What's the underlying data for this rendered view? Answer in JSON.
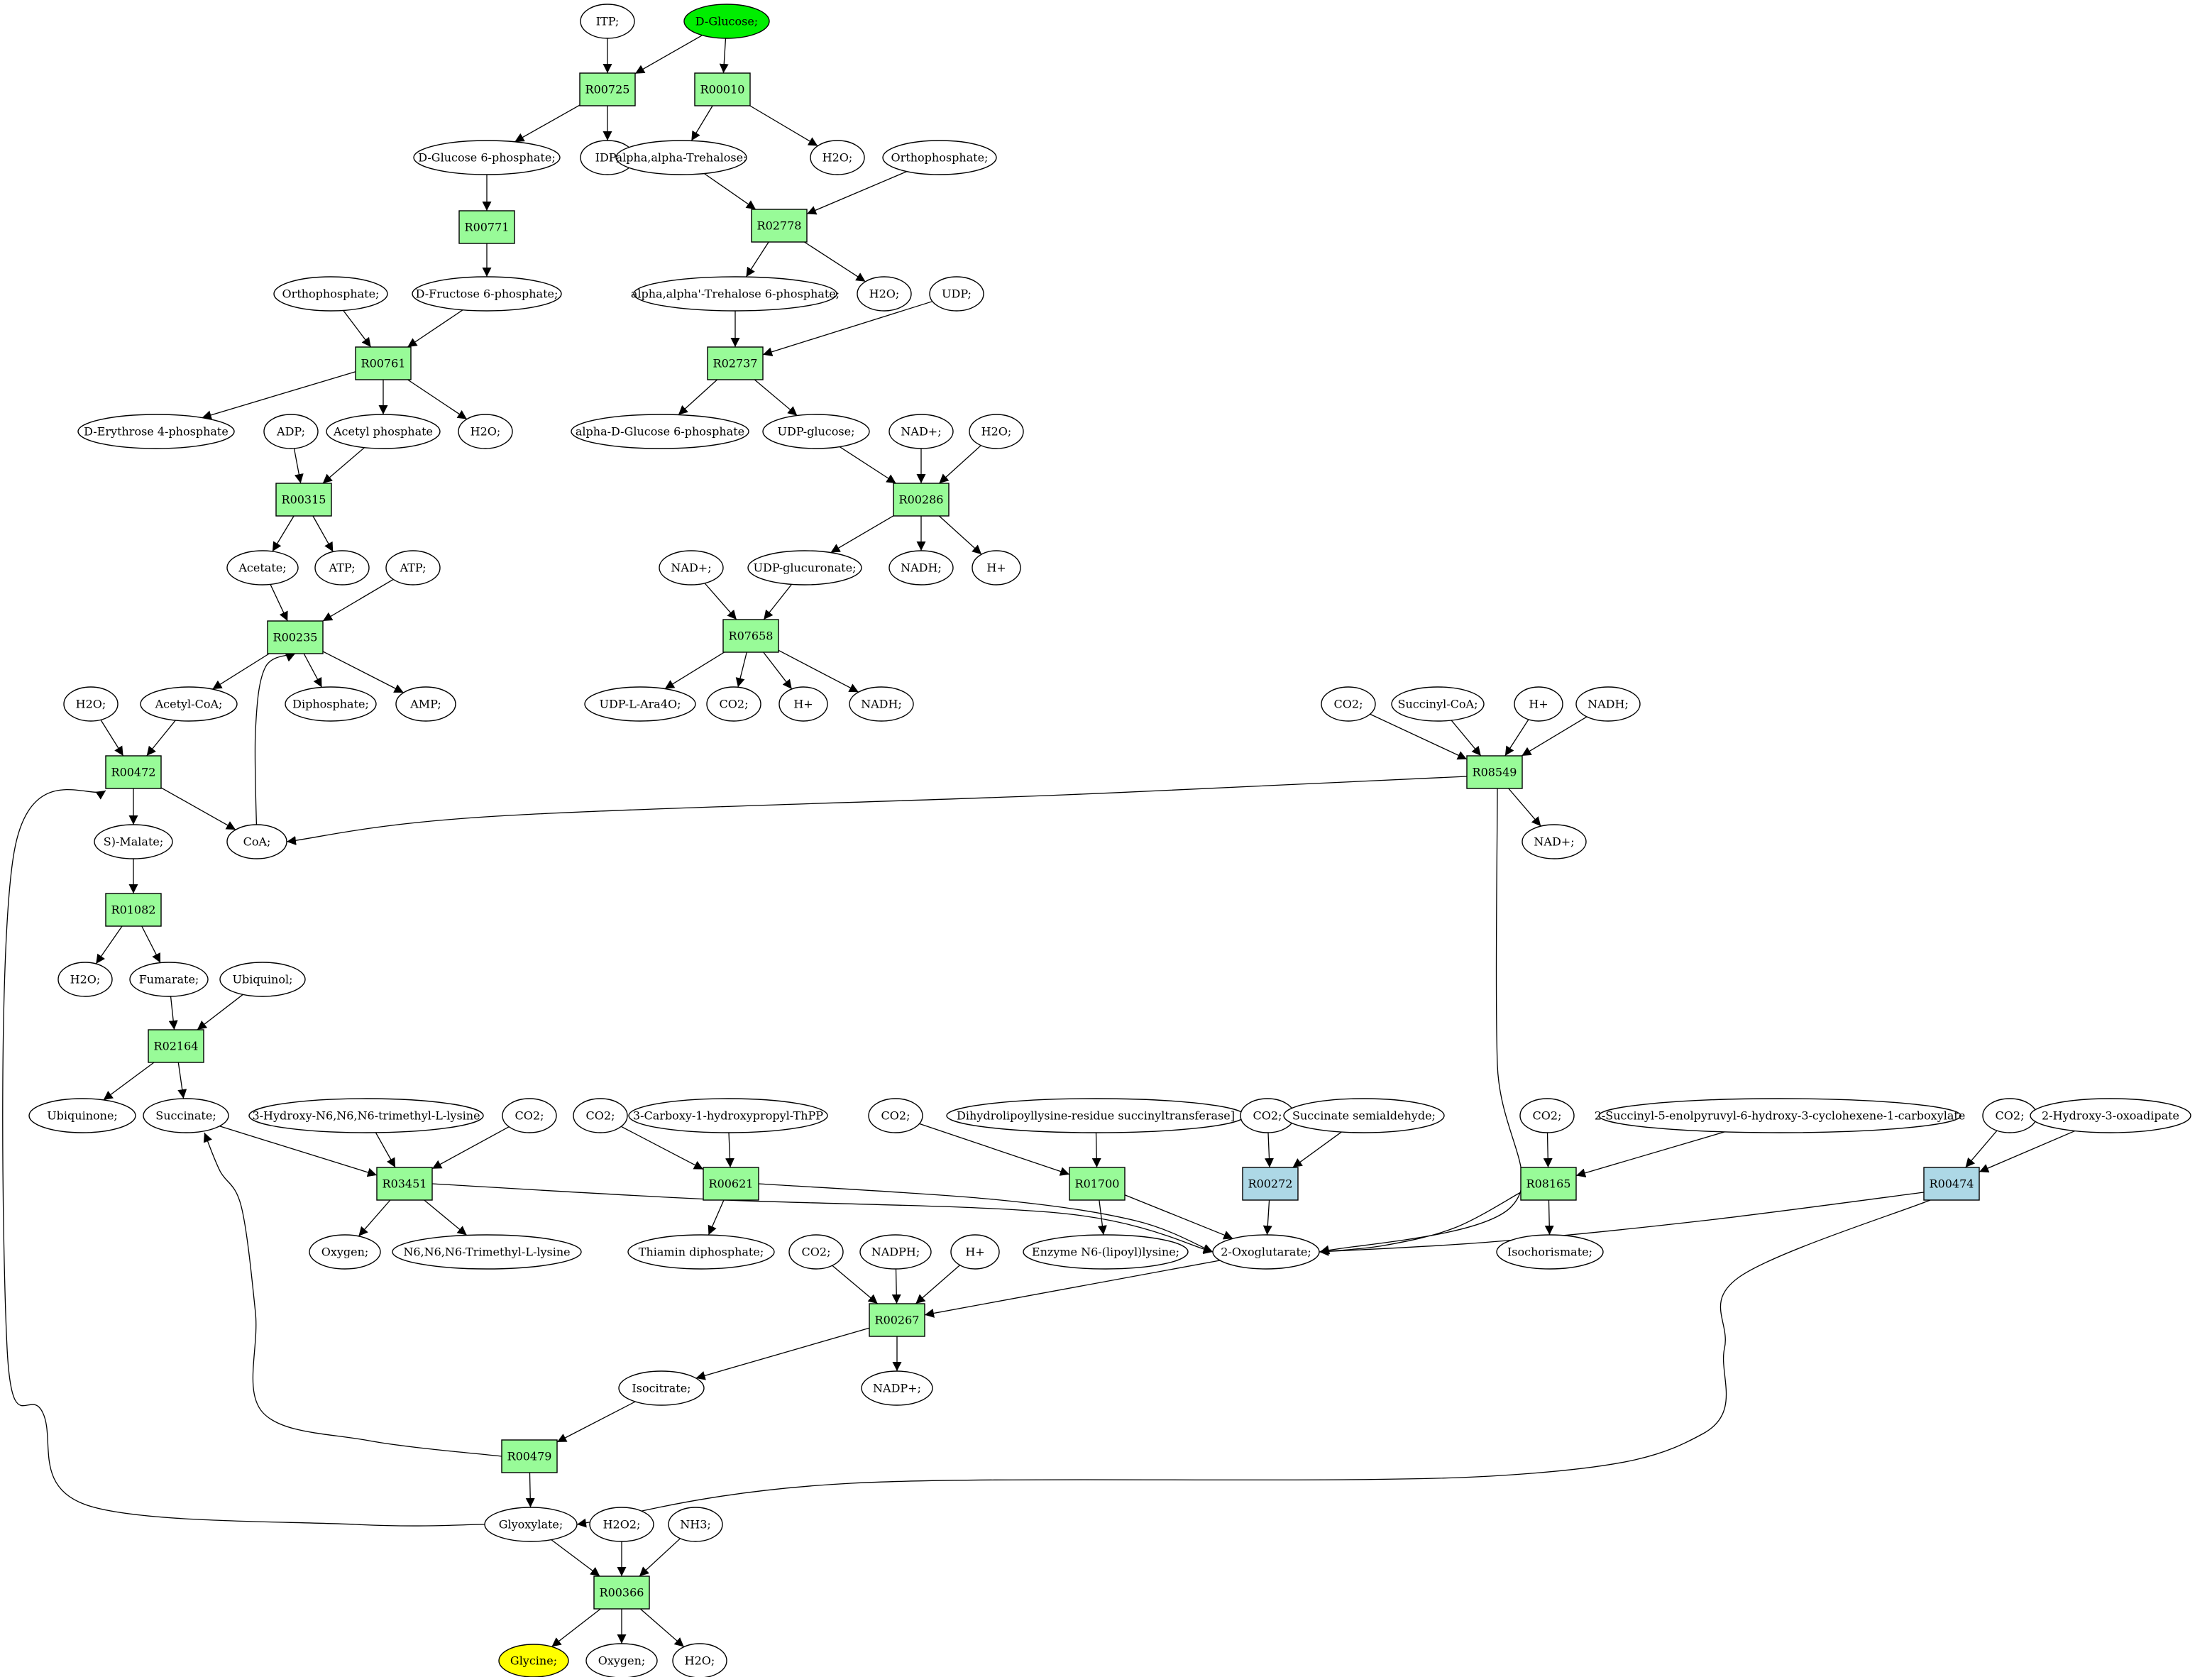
{
  "colors": {
    "compound": "#ffffff",
    "start": "#00ee00",
    "target": "#ffff00",
    "reaction": "#98fb98",
    "reaction_alt": "#add8e6",
    "edge": "#000000"
  },
  "compounds": [
    {
      "id": "c_itp",
      "label": "ITP;"
    },
    {
      "id": "c_dglucose",
      "label": "D-Glucose;",
      "style": "start"
    },
    {
      "id": "c_g6p",
      "label": "D-Glucose 6-phosphate;"
    },
    {
      "id": "c_idp",
      "label": "IDP;"
    },
    {
      "id": "c_trehalose",
      "label": "alpha,alpha-Trehalose;"
    },
    {
      "id": "c_h2o_a",
      "label": "H2O;"
    },
    {
      "id": "c_pi_a",
      "label": "Orthophosphate;"
    },
    {
      "id": "c_f6p",
      "label": "D-Fructose 6-phosphate;"
    },
    {
      "id": "c_pi_b",
      "label": "Orthophosphate;"
    },
    {
      "id": "c_t6p",
      "label": "alpha,alpha'-Trehalose 6-phosphate;"
    },
    {
      "id": "c_h2o_b",
      "label": "H2O;"
    },
    {
      "id": "c_udp",
      "label": "UDP;"
    },
    {
      "id": "c_e4p",
      "label": "D-Erythrose 4-phosphate"
    },
    {
      "id": "c_adp",
      "label": "ADP;"
    },
    {
      "id": "c_acetylp",
      "label": "Acetyl phosphate"
    },
    {
      "id": "c_h2o_c",
      "label": "H2O;"
    },
    {
      "id": "c_ag6p",
      "label": "alpha-D-Glucose 6-phosphate"
    },
    {
      "id": "c_udpglc",
      "label": "UDP-glucose;"
    },
    {
      "id": "c_nad_a",
      "label": "NAD+;"
    },
    {
      "id": "c_h2o_d",
      "label": "H2O;"
    },
    {
      "id": "c_acetate",
      "label": "Acetate;"
    },
    {
      "id": "c_atp_a",
      "label": "ATP;"
    },
    {
      "id": "c_atp_b",
      "label": "ATP;"
    },
    {
      "id": "c_nad_b",
      "label": "NAD+;"
    },
    {
      "id": "c_udpglcu",
      "label": "UDP-glucuronate;"
    },
    {
      "id": "c_nadh_a",
      "label": "NADH;"
    },
    {
      "id": "c_h_a",
      "label": "H+"
    },
    {
      "id": "c_h2o_e",
      "label": "H2O;"
    },
    {
      "id": "c_acoa",
      "label": "Acetyl-CoA;"
    },
    {
      "id": "c_ppi",
      "label": "Diphosphate;"
    },
    {
      "id": "c_amp",
      "label": "AMP;"
    },
    {
      "id": "c_udpara",
      "label": "UDP-L-Ara4O;"
    },
    {
      "id": "c_co2_a",
      "label": "CO2;"
    },
    {
      "id": "c_h_b",
      "label": "H+"
    },
    {
      "id": "c_nadh_b",
      "label": "NADH;"
    },
    {
      "id": "c_co2_b",
      "label": "CO2;"
    },
    {
      "id": "c_succoa",
      "label": "Succinyl-CoA;"
    },
    {
      "id": "c_h_c",
      "label": "H+"
    },
    {
      "id": "c_nadh_c",
      "label": "NADH;"
    },
    {
      "id": "c_malate",
      "label": "S)-Malate;"
    },
    {
      "id": "c_coa",
      "label": "CoA;"
    },
    {
      "id": "c_nad_c",
      "label": "NAD+;"
    },
    {
      "id": "c_h2o_f",
      "label": "H2O;"
    },
    {
      "id": "c_fumarate",
      "label": "Fumarate;"
    },
    {
      "id": "c_ubiquinol",
      "label": "Ubiquinol;"
    },
    {
      "id": "c_ubiquinone",
      "label": "Ubiquinone;"
    },
    {
      "id": "c_succinate",
      "label": "Succinate;"
    },
    {
      "id": "c_hydroxytml",
      "label": "3-Hydroxy-N6,N6,N6-trimethyl-L-lysine"
    },
    {
      "id": "c_co2_c",
      "label": "CO2;"
    },
    {
      "id": "c_co2_d",
      "label": "CO2;"
    },
    {
      "id": "c_carboxythpp",
      "label": "3-Carboxy-1-hydroxypropyl-ThPP"
    },
    {
      "id": "c_co2_e",
      "label": "CO2;"
    },
    {
      "id": "c_dihydrolipoyl",
      "label": "Dihydrolipoyllysine-residue succinyltransferase]"
    },
    {
      "id": "c_co2_f",
      "label": "CO2;"
    },
    {
      "id": "c_ssa",
      "label": "Succinate semialdehyde;"
    },
    {
      "id": "c_co2_g",
      "label": "CO2;"
    },
    {
      "id": "c_sephchc",
      "label": "2-Succinyl-5-enolpyruvyl-6-hydroxy-3-cyclohexene-1-carboxylate"
    },
    {
      "id": "c_co2_h",
      "label": "CO2;"
    },
    {
      "id": "c_hoxoadipate",
      "label": "2-Hydroxy-3-oxoadipate"
    },
    {
      "id": "c_oxygen_a",
      "label": "Oxygen;"
    },
    {
      "id": "c_tml",
      "label": "N6,N6,N6-Trimethyl-L-lysine"
    },
    {
      "id": "c_thpp",
      "label": "Thiamin diphosphate;"
    },
    {
      "id": "c_lipoyl",
      "label": "Enzyme N6-(lipoyl)lysine;"
    },
    {
      "id": "c_2og",
      "label": "2-Oxoglutarate;"
    },
    {
      "id": "c_isochorismate",
      "label": "Isochorismate;"
    },
    {
      "id": "c_co2_i",
      "label": "CO2;"
    },
    {
      "id": "c_nadph",
      "label": "NADPH;"
    },
    {
      "id": "c_h_d",
      "label": "H+"
    },
    {
      "id": "c_isocitrate",
      "label": "Isocitrate;"
    },
    {
      "id": "c_nadp",
      "label": "NADP+;"
    },
    {
      "id": "c_glyoxylate",
      "label": "Glyoxylate;"
    },
    {
      "id": "c_h2o2",
      "label": "H2O2;"
    },
    {
      "id": "c_nh3",
      "label": "NH3;"
    },
    {
      "id": "c_glycine",
      "label": "Glycine;",
      "style": "target"
    },
    {
      "id": "c_oxygen_b",
      "label": "Oxygen;"
    },
    {
      "id": "c_h2o_g",
      "label": "H2O;"
    }
  ],
  "reactions": [
    {
      "id": "r_00725",
      "label": "R00725"
    },
    {
      "id": "r_00010",
      "label": "R00010"
    },
    {
      "id": "r_00771",
      "label": "R00771"
    },
    {
      "id": "r_02778",
      "label": "R02778"
    },
    {
      "id": "r_00761",
      "label": "R00761"
    },
    {
      "id": "r_02737",
      "label": "R02737"
    },
    {
      "id": "r_00315",
      "label": "R00315"
    },
    {
      "id": "r_00286",
      "label": "R00286"
    },
    {
      "id": "r_00235",
      "label": "R00235"
    },
    {
      "id": "r_07658",
      "label": "R07658"
    },
    {
      "id": "r_00472",
      "label": "R00472"
    },
    {
      "id": "r_08549",
      "label": "R08549"
    },
    {
      "id": "r_01082",
      "label": "R01082"
    },
    {
      "id": "r_02164",
      "label": "R02164"
    },
    {
      "id": "r_03451",
      "label": "R03451"
    },
    {
      "id": "r_00621",
      "label": "R00621"
    },
    {
      "id": "r_01700",
      "label": "R01700"
    },
    {
      "id": "r_00272",
      "label": "R00272",
      "style": "alt"
    },
    {
      "id": "r_08165",
      "label": "R08165"
    },
    {
      "id": "r_00474",
      "label": "R00474",
      "style": "alt"
    },
    {
      "id": "r_00267",
      "label": "R00267"
    },
    {
      "id": "r_00479",
      "label": "R00479"
    },
    {
      "id": "r_00366",
      "label": "R00366"
    }
  ],
  "edges": [
    [
      "c_itp",
      "r_00725"
    ],
    [
      "c_dglucose",
      "r_00725"
    ],
    [
      "c_dglucose",
      "r_00010"
    ],
    [
      "r_00725",
      "c_g6p"
    ],
    [
      "r_00725",
      "c_idp"
    ],
    [
      "r_00010",
      "c_trehalose"
    ],
    [
      "r_00010",
      "c_h2o_a"
    ],
    [
      "c_g6p",
      "r_00771"
    ],
    [
      "r_00771",
      "c_f6p"
    ],
    [
      "c_trehalose",
      "r_02778"
    ],
    [
      "c_pi_a",
      "r_02778"
    ],
    [
      "r_02778",
      "c_t6p"
    ],
    [
      "r_02778",
      "c_h2o_b"
    ],
    [
      "c_pi_b",
      "r_00761"
    ],
    [
      "c_f6p",
      "r_00761"
    ],
    [
      "r_00761",
      "c_e4p"
    ],
    [
      "r_00761",
      "c_acetylp"
    ],
    [
      "r_00761",
      "c_h2o_c"
    ],
    [
      "c_t6p",
      "r_02737"
    ],
    [
      "c_udp",
      "r_02737"
    ],
    [
      "r_02737",
      "c_ag6p"
    ],
    [
      "r_02737",
      "c_udpglc"
    ],
    [
      "c_adp",
      "r_00315"
    ],
    [
      "c_acetylp",
      "r_00315"
    ],
    [
      "r_00315",
      "c_acetate"
    ],
    [
      "r_00315",
      "c_atp_a"
    ],
    [
      "c_udpglc",
      "r_00286"
    ],
    [
      "c_nad_a",
      "r_00286"
    ],
    [
      "c_h2o_d",
      "r_00286"
    ],
    [
      "r_00286",
      "c_udpglcu"
    ],
    [
      "r_00286",
      "c_nadh_a"
    ],
    [
      "r_00286",
      "c_h_a"
    ],
    [
      "c_acetate",
      "r_00235"
    ],
    [
      "c_atp_b",
      "r_00235"
    ],
    [
      "c_coa",
      "r_00235"
    ],
    [
      "r_00235",
      "c_acoa"
    ],
    [
      "r_00235",
      "c_ppi"
    ],
    [
      "r_00235",
      "c_amp"
    ],
    [
      "c_nad_b",
      "r_07658"
    ],
    [
      "c_udpglcu",
      "r_07658"
    ],
    [
      "r_07658",
      "c_udpara"
    ],
    [
      "r_07658",
      "c_co2_a"
    ],
    [
      "r_07658",
      "c_h_b"
    ],
    [
      "r_07658",
      "c_nadh_b"
    ],
    [
      "c_h2o_e",
      "r_00472"
    ],
    [
      "c_acoa",
      "r_00472"
    ],
    [
      "c_glyoxylate",
      "r_00472"
    ],
    [
      "r_00472",
      "c_malate"
    ],
    [
      "r_00472",
      "c_coa"
    ],
    [
      "c_co2_b",
      "r_08549"
    ],
    [
      "c_succoa",
      "r_08549"
    ],
    [
      "c_h_c",
      "r_08549"
    ],
    [
      "c_nadh_c",
      "r_08549"
    ],
    [
      "r_08549",
      "c_coa"
    ],
    [
      "r_08549",
      "c_nad_c"
    ],
    [
      "r_08549",
      "c_2og"
    ],
    [
      "c_malate",
      "r_01082"
    ],
    [
      "r_01082",
      "c_h2o_f"
    ],
    [
      "r_01082",
      "c_fumarate"
    ],
    [
      "c_fumarate",
      "r_02164"
    ],
    [
      "c_ubiquinol",
      "r_02164"
    ],
    [
      "r_02164",
      "c_ubiquinone"
    ],
    [
      "r_02164",
      "c_succinate"
    ],
    [
      "c_succinate",
      "r_03451"
    ],
    [
      "c_hydroxytml",
      "r_03451"
    ],
    [
      "c_co2_c",
      "r_03451"
    ],
    [
      "r_03451",
      "c_oxygen_a"
    ],
    [
      "r_03451",
      "c_tml"
    ],
    [
      "r_03451",
      "c_2og"
    ],
    [
      "c_co2_d",
      "r_00621"
    ],
    [
      "c_carboxythpp",
      "r_00621"
    ],
    [
      "r_00621",
      "c_thpp"
    ],
    [
      "r_00621",
      "c_2og"
    ],
    [
      "c_co2_e",
      "r_01700"
    ],
    [
      "c_dihydrolipoyl",
      "r_01700"
    ],
    [
      "r_01700",
      "c_lipoyl"
    ],
    [
      "r_01700",
      "c_2og"
    ],
    [
      "c_co2_f",
      "r_00272"
    ],
    [
      "c_ssa",
      "r_00272"
    ],
    [
      "r_00272",
      "c_2og"
    ],
    [
      "c_co2_g",
      "r_08165"
    ],
    [
      "c_sephchc",
      "r_08165"
    ],
    [
      "r_08165",
      "c_isochorismate"
    ],
    [
      "r_08165",
      "c_2og"
    ],
    [
      "c_co2_h",
      "r_00474"
    ],
    [
      "c_hoxoadipate",
      "r_00474"
    ],
    [
      "r_00474",
      "c_2og"
    ],
    [
      "r_00474",
      "c_glyoxylate"
    ],
    [
      "c_co2_i",
      "r_00267"
    ],
    [
      "c_nadph",
      "r_00267"
    ],
    [
      "c_h_d",
      "r_00267"
    ],
    [
      "c_2og",
      "r_00267"
    ],
    [
      "r_00267",
      "c_isocitrate"
    ],
    [
      "r_00267",
      "c_nadp"
    ],
    [
      "c_isocitrate",
      "r_00479"
    ],
    [
      "r_00479",
      "c_glyoxylate"
    ],
    [
      "r_00479",
      "c_succinate"
    ],
    [
      "c_glyoxylate",
      "r_00366"
    ],
    [
      "c_h2o2",
      "r_00366"
    ],
    [
      "c_nh3",
      "r_00366"
    ],
    [
      "r_00366",
      "c_glycine"
    ],
    [
      "r_00366",
      "c_oxygen_b"
    ],
    [
      "r_00366",
      "c_h2o_g"
    ]
  ]
}
